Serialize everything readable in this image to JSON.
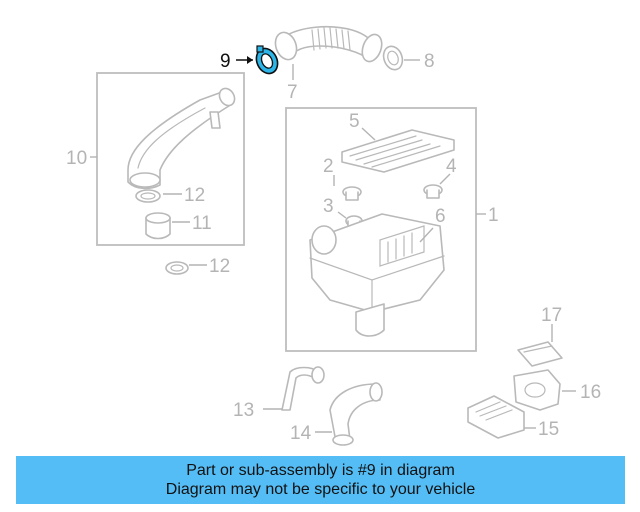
{
  "diagram": {
    "highlighted_part": "9",
    "callouts": [
      "1",
      "2",
      "3",
      "4",
      "5",
      "6",
      "7",
      "8",
      "9",
      "10",
      "11",
      "12",
      "12",
      "13",
      "14",
      "15",
      "16",
      "17"
    ],
    "highlight_color": "#2bb5e8"
  },
  "banner": {
    "line1": "Part or sub-assembly is #9 in diagram",
    "line2": "Diagram may not be specific to your vehicle",
    "color": "#55bdf5"
  }
}
